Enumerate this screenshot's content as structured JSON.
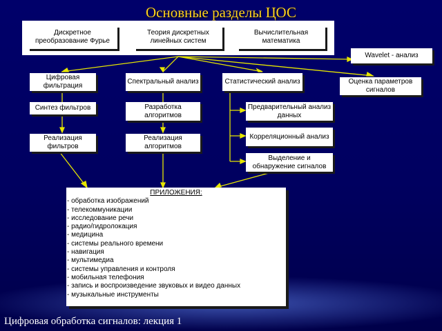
{
  "title": "Основные разделы ЦОС",
  "top": {
    "fourier": "Дискретное преобразование Фурье",
    "theory": "Теория дискретных линейных систем",
    "math": "Вычислительная математика"
  },
  "wavelet": "Wavelet - анализ",
  "branches": {
    "digital_filtering": "Цифровая фильтрация",
    "spectral": "Спектральный анализ",
    "statistical": "Статистический анализ",
    "param_estimation": "Оценка параметров сигналов"
  },
  "filters": {
    "synthesis": "Синтез фильтров",
    "implementation": "Реализация фильтров"
  },
  "algorithms": {
    "development": "Разработка алгоритмов",
    "implementation": "Реализация алгоритмов"
  },
  "stats": {
    "preliminary": "Предварительный анализ данных",
    "correlation": "Корреляционный анализ",
    "detection": "Выделение и обнаружение сигналов"
  },
  "applications": {
    "title": "ПРИЛОЖЕНИЯ:",
    "items": [
      "- обработка изображений",
      "- телекоммуникации",
      "- исследование речи",
      "- радио/гидролокация",
      "- медицина",
      "- системы реального времени",
      "- навигация",
      "- мультимедиа",
      "- системы управления и контроля",
      "- мобильная телефония",
      "- запись и воспроизведение звуковых и видео данных",
      "- музыкальные инструменты"
    ]
  },
  "footer": "Цифровая обработка сигналов: лекция 1",
  "colors": {
    "title": "#ffd21e",
    "lines": "#e6e600",
    "background": "#00005a"
  }
}
